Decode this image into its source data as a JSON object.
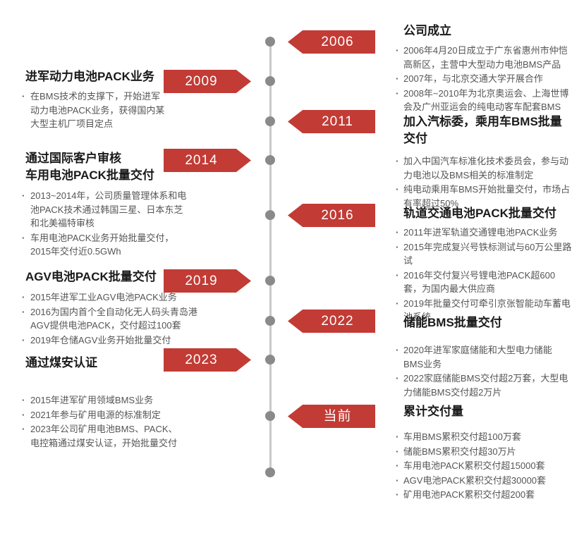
{
  "colors": {
    "accent_red": "#c23b35",
    "timeline_line": "#c9c9c9",
    "timeline_dot": "#8a8a8a",
    "heading_text": "#1a1a1a",
    "body_text": "#555555",
    "year_text": "#ffffff"
  },
  "timeline": {
    "sections": [
      {
        "year": "2006",
        "side": "right",
        "title": "公司成立",
        "bullets": [
          "2006年4月20日成立于广东省惠州市仲恺高新区，主营中大型动力电池BMS产品",
          "2007年，与北京交通大学开展合作",
          "2008年~2010年为北京奥运会、上海世博会及广州亚运会的纯电动客车配套BMS"
        ]
      },
      {
        "year": "2009",
        "side": "left",
        "title": "进军动力电池PACK业务",
        "bullets": [
          "在BMS技术的支撑下，开始进军动力电池PACK业务，获得国内某大型主机厂项目定点"
        ]
      },
      {
        "year": "2011",
        "side": "right",
        "title": "加入汽标委，乘用车BMS批量交付",
        "bullets": [
          "加入中国汽车标准化技术委员会，参与动力电池以及BMS相关的标准制定",
          "纯电动乘用车BMS开始批量交付，市场占有率超过50%"
        ]
      },
      {
        "year": "2014",
        "side": "left",
        "title": "通过国际客户审核\n车用电池PACK批量交付",
        "bullets": [
          "2013~2014年，公司质量管理体系和电池PACK技术通过韩国三星、日本东芝和北美福特审核",
          "车用电池PACK业务开始批量交付，2015年交付近0.5GWh"
        ]
      },
      {
        "year": "2016",
        "side": "right",
        "title": "轨道交通电池PACK批量交付",
        "bullets": [
          "2011年进军轨道交通锂电池PACK业务",
          "2015年完成复兴号铁标测试与60万公里路试",
          "2016年交付复兴号锂电池PACK超600套，为国内最大供应商",
          "2019年批量交付可牵引京张智能动车蓄电池系统"
        ]
      },
      {
        "year": "2019",
        "side": "left",
        "title": "AGV电池PACK批量交付",
        "bullets": [
          "2015年进军工业AGV电池PACK业务",
          "2016为国内首个全自动化无人码头青岛港AGV提供电池PACK，交付超过100套",
          "2019年仓储AGV业务开始批量交付"
        ]
      },
      {
        "year": "2022",
        "side": "right",
        "title": "储能BMS批量交付",
        "bullets": [
          "2020年进军家庭储能和大型电力储能BMS业务",
          "2022家庭储能BMS交付超2万套，大型电力储能BMS交付超2万片"
        ]
      },
      {
        "year": "2023",
        "side": "left",
        "title": "通过煤安认证",
        "bullets": [
          "2015年进军矿用领域BMS业务",
          "2021年参与矿用电源的标准制定",
          "2023年公司矿用电池BMS、PACK、电控箱通过煤安认证，开始批量交付"
        ]
      },
      {
        "year": "当前",
        "side": "right",
        "title": "累计交付量",
        "bullets": [
          "车用BMS累积交付超100万套",
          "储能BMS累积交付超30万片",
          "车用电池PACK累积交付超15000套",
          "AGV电池PACK累积交付超30000套",
          "矿用电池PACK累积交付超200套"
        ]
      }
    ]
  }
}
